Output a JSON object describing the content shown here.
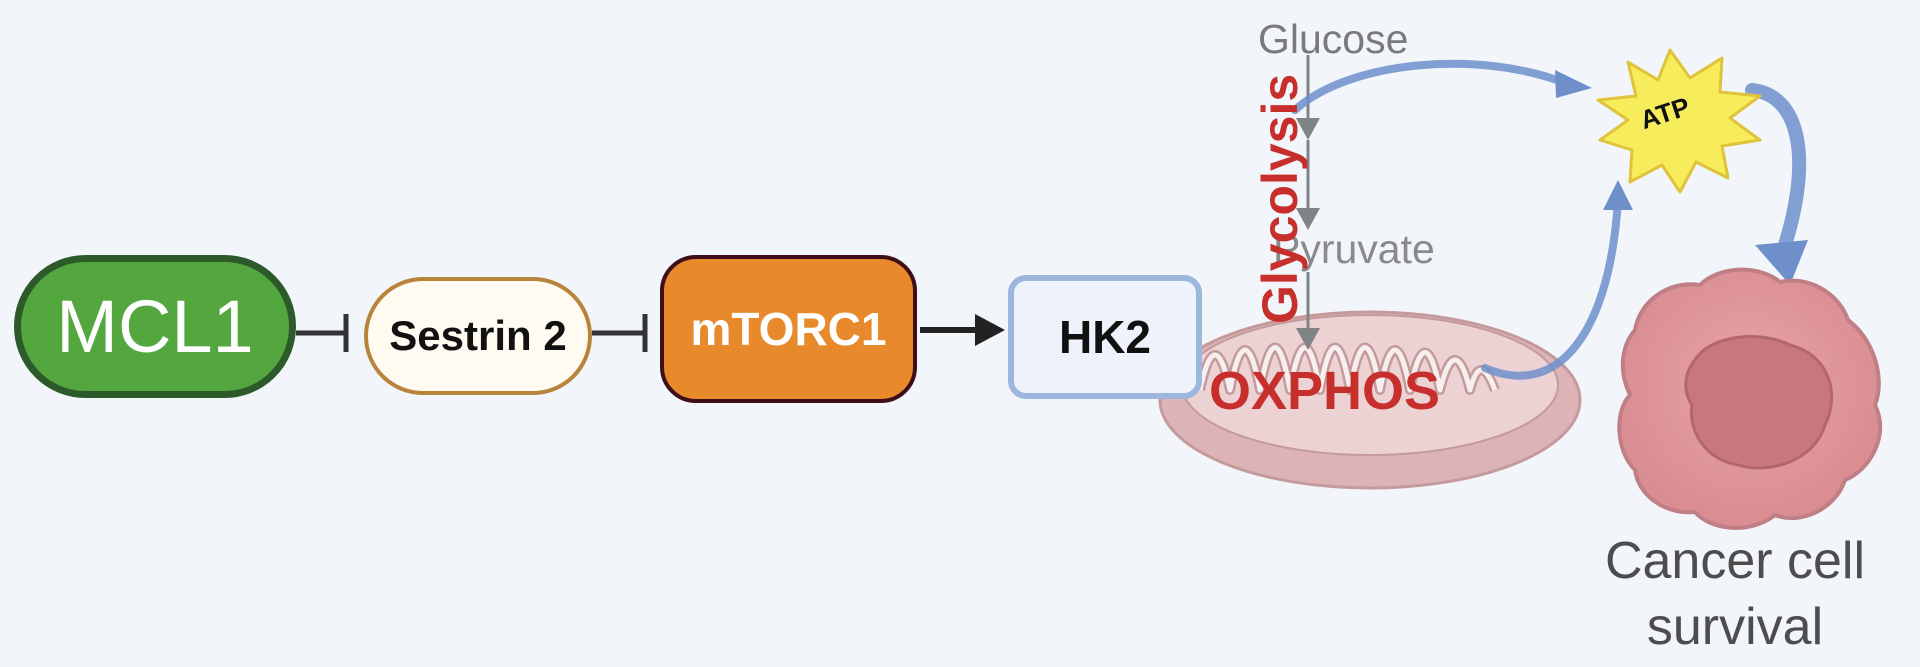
{
  "nodes": {
    "mcl1": "MCL1",
    "sestrin": "Sestrin 2",
    "mtorc1": "mTORC1",
    "hk2": "HK2"
  },
  "pathway": {
    "glucose": "Glucose",
    "pyruvate": "Pyruvate",
    "glycolysis": "Glycolysis",
    "oxphos": "OXPHOS",
    "atp": "ATP"
  },
  "outcome": {
    "line1": "Cancer cell",
    "line2": "survival"
  },
  "colors": {
    "mcl1_fill": "#54a63f",
    "mtorc1_fill": "#e88a2c",
    "highlight_red": "#c62f2b",
    "flow_blue": "#6f8fcb"
  }
}
